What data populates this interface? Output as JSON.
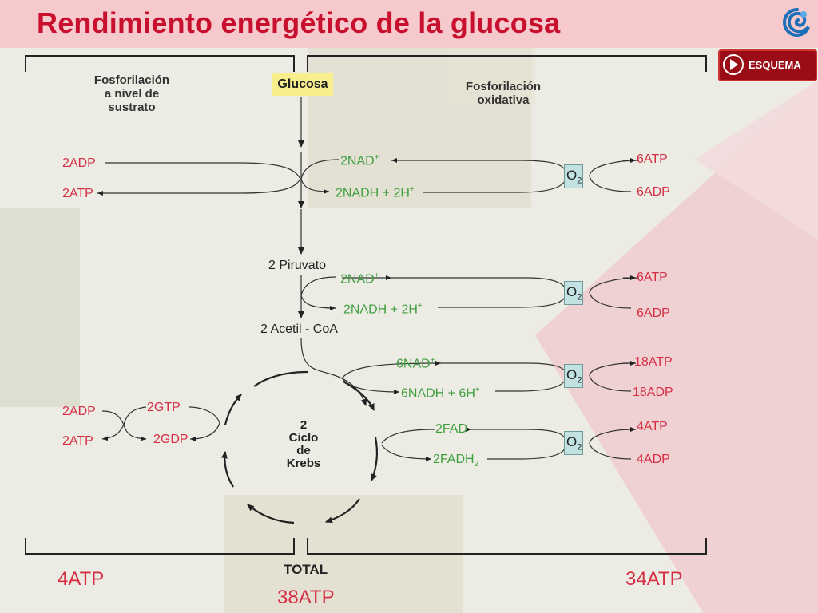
{
  "header": {
    "title": "Rendimiento energético de la glucosa"
  },
  "toolbar": {
    "esquema_label": "ESQUEMA",
    "esquema_icon": "play-icon"
  },
  "colors": {
    "accent": "#c8102e",
    "green": "#3f9f3f",
    "o2_box": "#c2e2e2",
    "glucosa_box": "#f7ef8c"
  },
  "sections": {
    "left": [
      "Fosforilación",
      "a nivel de",
      "sustrato"
    ],
    "right": [
      "Fosforilación",
      "oxidativa"
    ]
  },
  "center": {
    "glucosa": "Glucosa",
    "piruvato": "2  Piruvato",
    "acetil": "2 Acetil - CoA",
    "krebs": [
      "2",
      "Ciclo",
      "de",
      "Krebs"
    ]
  },
  "left_side": {
    "glycolysis": [
      "2ADP",
      "2ATP"
    ],
    "krebs_in": [
      "2ADP",
      "2ATP"
    ],
    "gtp": [
      "2GTP",
      "2GDP"
    ]
  },
  "green_labels": {
    "g1_top": "2NAD",
    "g1_top_sup": "+",
    "g1_bot": "2NADH  +  2H",
    "g1_bot_sup": "+",
    "g2_top": "2NAD",
    "g2_top_sup": "+",
    "g2_bot": "2NADH  +  2H",
    "g2_bot_sup": "+",
    "g3_top": "6NAD",
    "g3_top_sup": "+",
    "g3_bot": "6NADH  +  6H",
    "g3_bot_sup": "+",
    "g4_top": "2FAD",
    "g4_bot": "2FADH",
    "g4_bot_sub": "2"
  },
  "o2": {
    "label": "O",
    "sub": "2"
  },
  "right_side": {
    "r1": [
      "6ATP",
      "6ADP"
    ],
    "r2": [
      "6ATP",
      "6ADP"
    ],
    "r3": [
      "18ATP",
      "18ADP"
    ],
    "r4": [
      "4ATP",
      "4ADP"
    ]
  },
  "totals": {
    "left": "4ATP",
    "label": "TOTAL",
    "center": "38ATP",
    "right": "34ATP"
  }
}
